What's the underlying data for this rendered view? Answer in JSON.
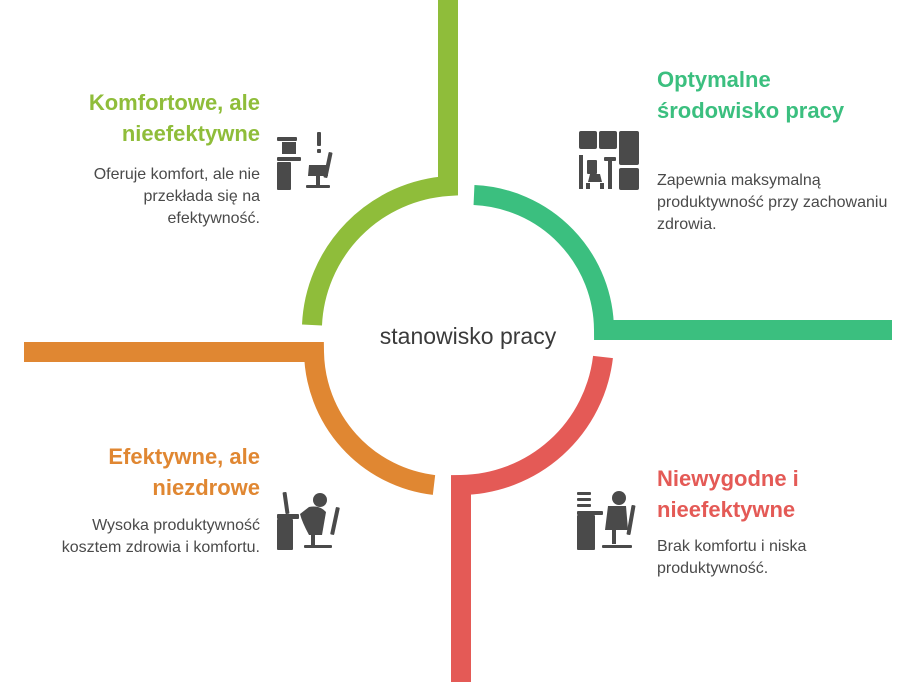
{
  "center": {
    "label": "stanowisko pracy"
  },
  "colors": {
    "green_light": "#8fbd3a",
    "green": "#3bbf7f",
    "orange": "#e08732",
    "red": "#e45a56",
    "icon": "#4a4a4a"
  },
  "quadrants": {
    "top_left": {
      "title": "Komfortowe, ale nieefektywne",
      "description": "Oferuje komfort, ale nie przekłada się na efektywność.",
      "icon": "comfortable-desk-warning-icon"
    },
    "top_right": {
      "title": "Optymalne środowisko pracy",
      "description": "Zapewnia maksymalną produktywność przy zachowaniu zdrowia.",
      "icon": "office-workspace-icon"
    },
    "bottom_left": {
      "title": "Efektywne, ale niezdrowe",
      "description": "Wysoka produktywność kosztem zdrowia i komfortu.",
      "icon": "hunched-worker-desk-icon"
    },
    "bottom_right": {
      "title": "Niewygodne i nieefektywne",
      "description": "Brak komfortu i niska produktywność.",
      "icon": "uncomfortable-worker-desk-icon"
    }
  }
}
